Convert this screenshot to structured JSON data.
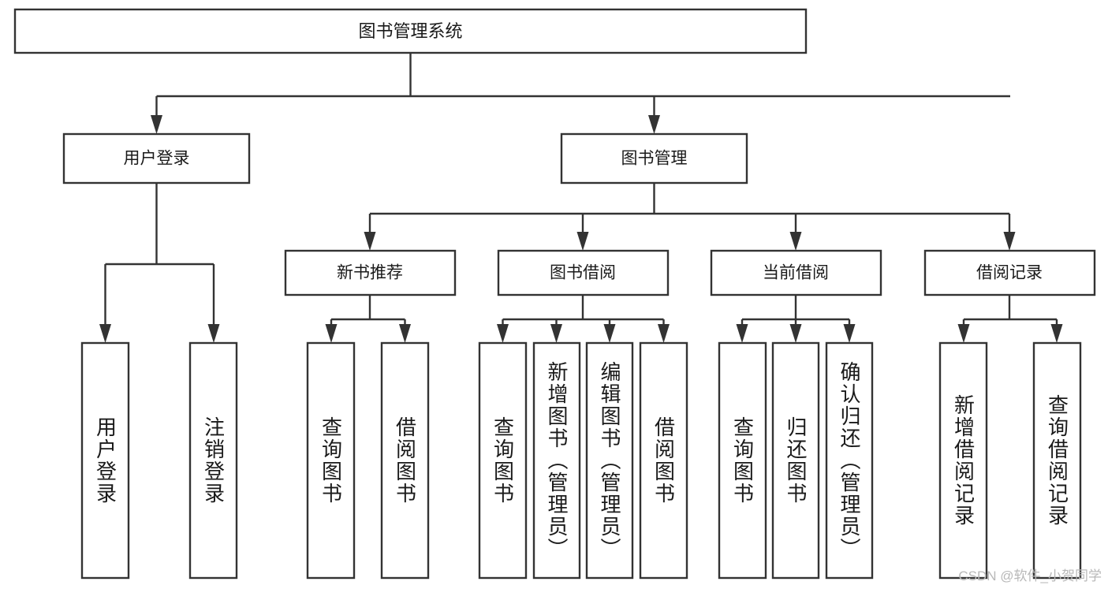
{
  "diagram": {
    "title": "图书管理系统",
    "watermark": "CSDN @软件_小贺同学",
    "colors": {
      "stroke": "#333333",
      "fill": "#ffffff",
      "text": "#1a1a1a",
      "watermark": "#b8b8b8"
    },
    "root": {
      "label": "图书管理系统"
    },
    "level2": [
      {
        "label": "用户登录"
      },
      {
        "label": "图书管理"
      }
    ],
    "level3": [
      {
        "label": "新书推荐"
      },
      {
        "label": "图书借阅"
      },
      {
        "label": "当前借阅"
      },
      {
        "label": "借阅记录"
      }
    ],
    "leaves": {
      "user_login": [
        {
          "label": "用户登录"
        },
        {
          "label": "注销登录"
        }
      ],
      "new_book_recommend": [
        {
          "label": "查询图书"
        },
        {
          "label": "借阅图书"
        }
      ],
      "book_borrow": [
        {
          "label": "查询图书"
        },
        {
          "label": "新增图书（管理员）"
        },
        {
          "label": "编辑图书（管理员）"
        },
        {
          "label": "借阅图书"
        }
      ],
      "current_borrow": [
        {
          "label": "查询图书"
        },
        {
          "label": "归还图书"
        },
        {
          "label": "确认归还（管理员）"
        }
      ],
      "borrow_record": [
        {
          "label": "新增借阅记录"
        },
        {
          "label": "查询借阅记录"
        }
      ]
    }
  }
}
